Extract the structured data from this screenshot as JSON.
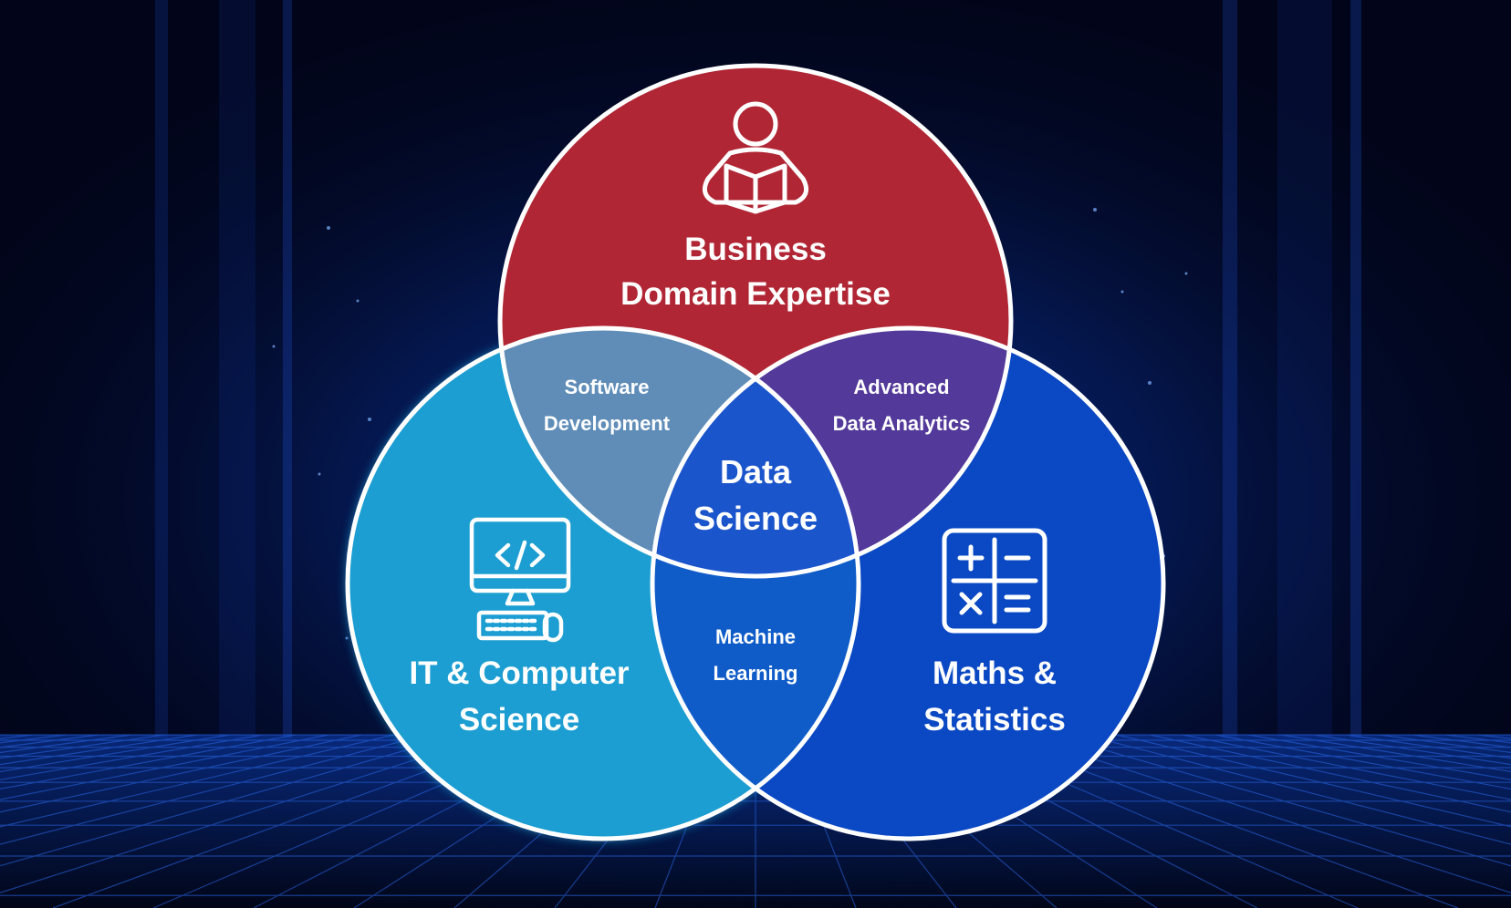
{
  "colors": {
    "background": "#02051a",
    "business": "#b12634",
    "it": "#1b9ed2",
    "maths": "#0a48c4",
    "software": "#5f8db8",
    "analytics": "#53399a",
    "machine_learning": "#0f5cc9",
    "data_science": "#1b55cc",
    "outline": "#ffffff"
  },
  "circles": {
    "business": {
      "line1": "Business",
      "line2": "Domain Expertise",
      "icon": "person-reading-book-icon"
    },
    "it": {
      "line1": "IT & Computer",
      "line2": "Science",
      "icon": "computer-code-icon"
    },
    "maths": {
      "line1": "Maths &",
      "line2": "Statistics",
      "icon": "calculator-icon"
    }
  },
  "overlaps": {
    "software": {
      "line1": "Software",
      "line2": "Development"
    },
    "analytics": {
      "line1": "Advanced",
      "line2": "Data Analytics"
    },
    "machine_learning": {
      "line1": "Machine",
      "line2": "Learning"
    },
    "center": {
      "line1": "Data",
      "line2": "Science"
    }
  }
}
